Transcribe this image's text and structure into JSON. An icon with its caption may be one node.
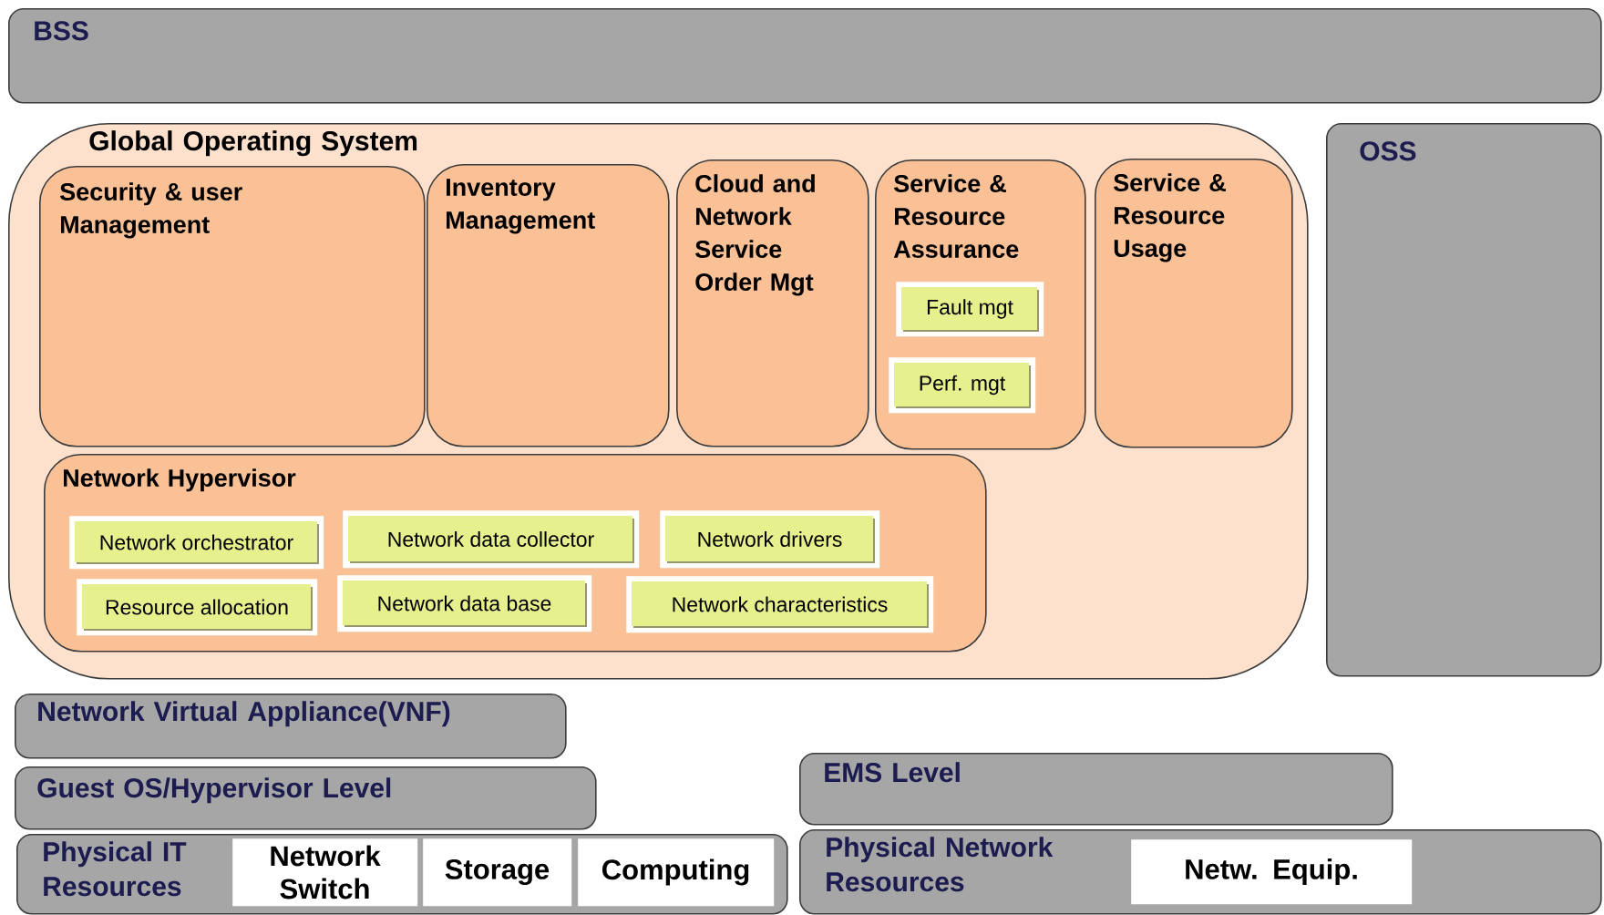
{
  "diagram": {
    "nodes": [
      {
        "text": [
          "BSS"
        ]
      },
      {
        "text": [
          "Global Operating System"
        ]
      },
      {
        "text": [
          "Security & user Management"
        ],
        "in": 1
      },
      {
        "text": [
          "Inventory Management"
        ],
        "in": 1
      },
      {
        "text": [
          "Cloud and Network Service Order Mgt"
        ],
        "in": 1
      },
      {
        "text": [
          "Service & Resource Assurance"
        ],
        "in": 1
      },
      {
        "text": [
          "Fault mgt"
        ],
        "in": 5
      },
      {
        "text": [
          "Perf. mgt"
        ],
        "in": 5
      },
      {
        "text": [
          "Service & Resource Usage"
        ],
        "in": 1
      },
      {
        "text": [
          "Network Hypervisor"
        ],
        "in": 1
      },
      {
        "text": [
          "Network orchestrator"
        ],
        "in": 9
      },
      {
        "text": [
          "Network data collector"
        ],
        "in": 9
      },
      {
        "text": [
          "Network drivers"
        ],
        "in": 9
      },
      {
        "text": [
          "Resource allocation"
        ],
        "in": 9
      },
      {
        "text": [
          "Network data base"
        ],
        "in": 9
      },
      {
        "text": [
          "Network characteristics"
        ],
        "in": 9
      },
      {
        "text": [
          "OSS"
        ]
      },
      {
        "text": [
          "Network Virtual Appliance(VNF)"
        ]
      },
      {
        "text": [
          "Guest OS/Hypervisor Level"
        ]
      },
      {
        "text": [
          "EMS Level"
        ]
      },
      {
        "text": [
          "Physical IT Resources"
        ]
      },
      {
        "text": [
          "Network Switch"
        ],
        "in": 20
      },
      {
        "text": [
          "Storage"
        ],
        "in": 20
      },
      {
        "text": [
          "Computing"
        ],
        "in": 20
      },
      {
        "text": [
          "Physical Network Resources"
        ]
      },
      {
        "text": [
          "Netw. Equip."
        ],
        "in": 24
      }
    ],
    "edges": []
  }
}
